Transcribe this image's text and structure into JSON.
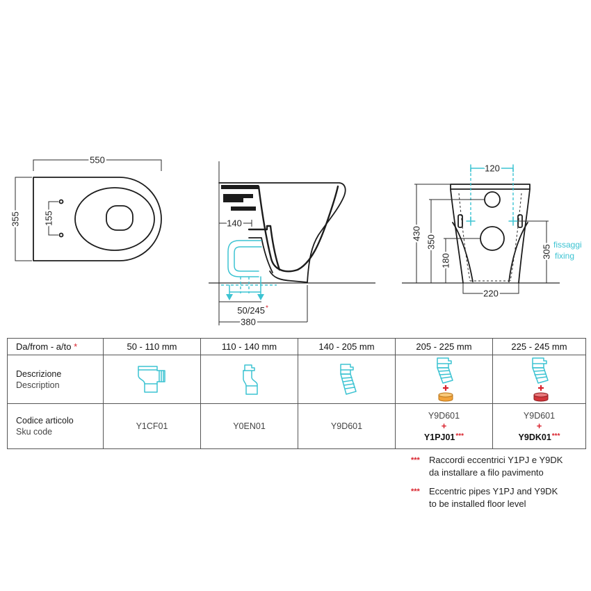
{
  "colors": {
    "cyan": "#3cc3d2",
    "red": "#d9232d",
    "orange": "#f2a33a",
    "ring": "#d2363b"
  },
  "top_view": {
    "width_label": "550",
    "depth_label": "355",
    "hole_spacing_label": "155"
  },
  "side_view": {
    "outlet_offset_label": "140",
    "floor_outlet_label": "50/245",
    "floor_outlet_mark": "*",
    "depth_label": "380"
  },
  "front_view": {
    "fixing_spacing_label": "120",
    "height_label": "430",
    "inlet_height_label": "350",
    "outlet_height_label": "180",
    "fixing_height_label": "305",
    "fixing_label_it": "fissaggi",
    "fixing_label_en": "fixing",
    "base_width_label": "220"
  },
  "table": {
    "header": {
      "label": "Da/from - a/to",
      "mark": "*",
      "ranges": [
        "50 - 110 mm",
        "110 - 140 mm",
        "140 - 205 mm",
        "205 - 225 mm",
        "225 - 245 mm"
      ]
    },
    "description_row": {
      "label_it": "Descrizione",
      "label_en": "Description",
      "icons": [
        "offset-adapter-icon",
        "bend-pipe-icon",
        "ribbed-pipe-icon",
        "pipe-plus-orange-eccentric-icon",
        "pipe-plus-red-eccentric-icon"
      ]
    },
    "sku_row": {
      "label_it": "Codice articolo",
      "label_en": "Sku code",
      "codes": [
        {
          "main": "Y1CF01"
        },
        {
          "main": "Y0EN01"
        },
        {
          "main": "Y9D601"
        },
        {
          "main": "Y9D601",
          "plus": "+",
          "extra": "Y1PJ01",
          "mark": "***"
        },
        {
          "main": "Y9D601",
          "plus": "+",
          "extra": "Y9DK01",
          "mark": "***"
        }
      ]
    }
  },
  "notes": [
    {
      "mark": "***",
      "lines": [
        "Raccordi eccentrici Y1PJ e Y9DK",
        "da installare a filo pavimento"
      ]
    },
    {
      "mark": "***",
      "lines": [
        "Eccentric pipes Y1PJ and Y9DK",
        "to be installed floor level"
      ]
    }
  ]
}
